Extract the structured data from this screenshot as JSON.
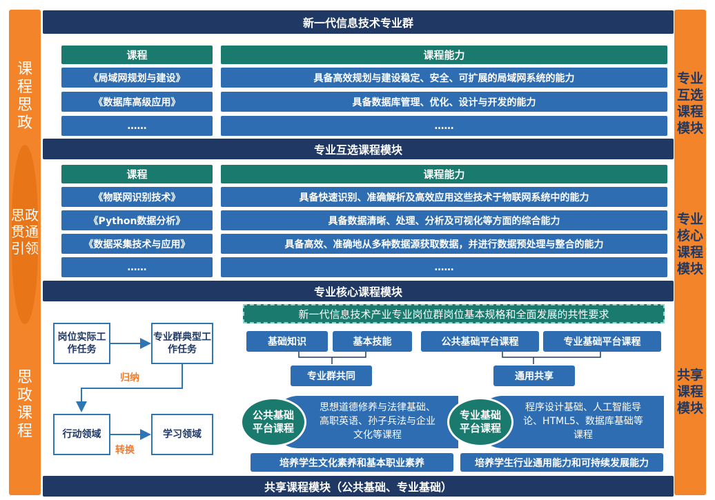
{
  "left_labels": {
    "top": "课程思政",
    "mid": "思政贯通引领",
    "bottom": "思政课程"
  },
  "right_labels": {
    "elective": "专业互选课程模块",
    "core": "专业核心课程模块",
    "shared": "共享课程模块"
  },
  "top_title": "新一代信息技术专业群",
  "elective": {
    "header_course": "课程",
    "header_ability": "课程能力",
    "rows": [
      {
        "course": "《局域网规划与建设》",
        "ability": "具备高效规划与建设稳定、安全、可扩展的局域网系统的能力"
      },
      {
        "course": "《数据库高级应用》",
        "ability": "具备数据库管理、优化、设计与开发的能力"
      },
      {
        "course": "……",
        "ability": "……"
      }
    ],
    "footer": "专业互选课程模块"
  },
  "core": {
    "header_course": "课程",
    "header_ability": "课程能力",
    "rows": [
      {
        "course": "《物联网识别技术》",
        "ability": "具备快速识别、准确解析及高效应用这些技术于物联网系统中的能力"
      },
      {
        "course": "《Python数据分析》",
        "ability": "具备数据清晰、处理、分析及可视化等方面的综合能力"
      },
      {
        "course": "《数据采集技术与应用》",
        "ability": "具备高效、准确地从多种数据源获取数据，并进行数据预处理与整合的能力"
      },
      {
        "course": "……",
        "ability": "……"
      }
    ],
    "footer": "专业核心课程模块"
  },
  "flow": {
    "job_tasks": "岗位实际工作任务",
    "typical_tasks": "专业群典型工作任务",
    "induce": "归纳",
    "action_field": "行动领域",
    "transform": "转换",
    "learning_field": "学习领域"
  },
  "shared": {
    "requirement": "新一代信息技术产业专业岗位群岗位基本规格和全面发展的共性要求",
    "basic_knowledge": "基础知识",
    "basic_skills": "基本技能",
    "public_platform": "公共基础平台课程",
    "professional_platform": "专业基础平台课程",
    "group_common": "专业群共同",
    "general_shared": "通用共享",
    "public_circle": "公共基础平台课程",
    "public_desc": "思想道德修养与法律基础、高职英语、孙子兵法与企业文化等课程",
    "prof_circle": "专业基础平台课程",
    "prof_desc": "程序设计基础、人工智能导论、HTML5、数据库基础等课程",
    "public_goal": "培养学生文化素养和基本职业素养",
    "prof_goal": "培养学生行业通用能力和可持续发展能力",
    "footer": "共享课程模块（公共基础、专业基础）"
  },
  "colors": {
    "navy": "#1f3864",
    "teal": "#1a7a6e",
    "blue": "#2f6db3",
    "orange": "#f4842a"
  }
}
